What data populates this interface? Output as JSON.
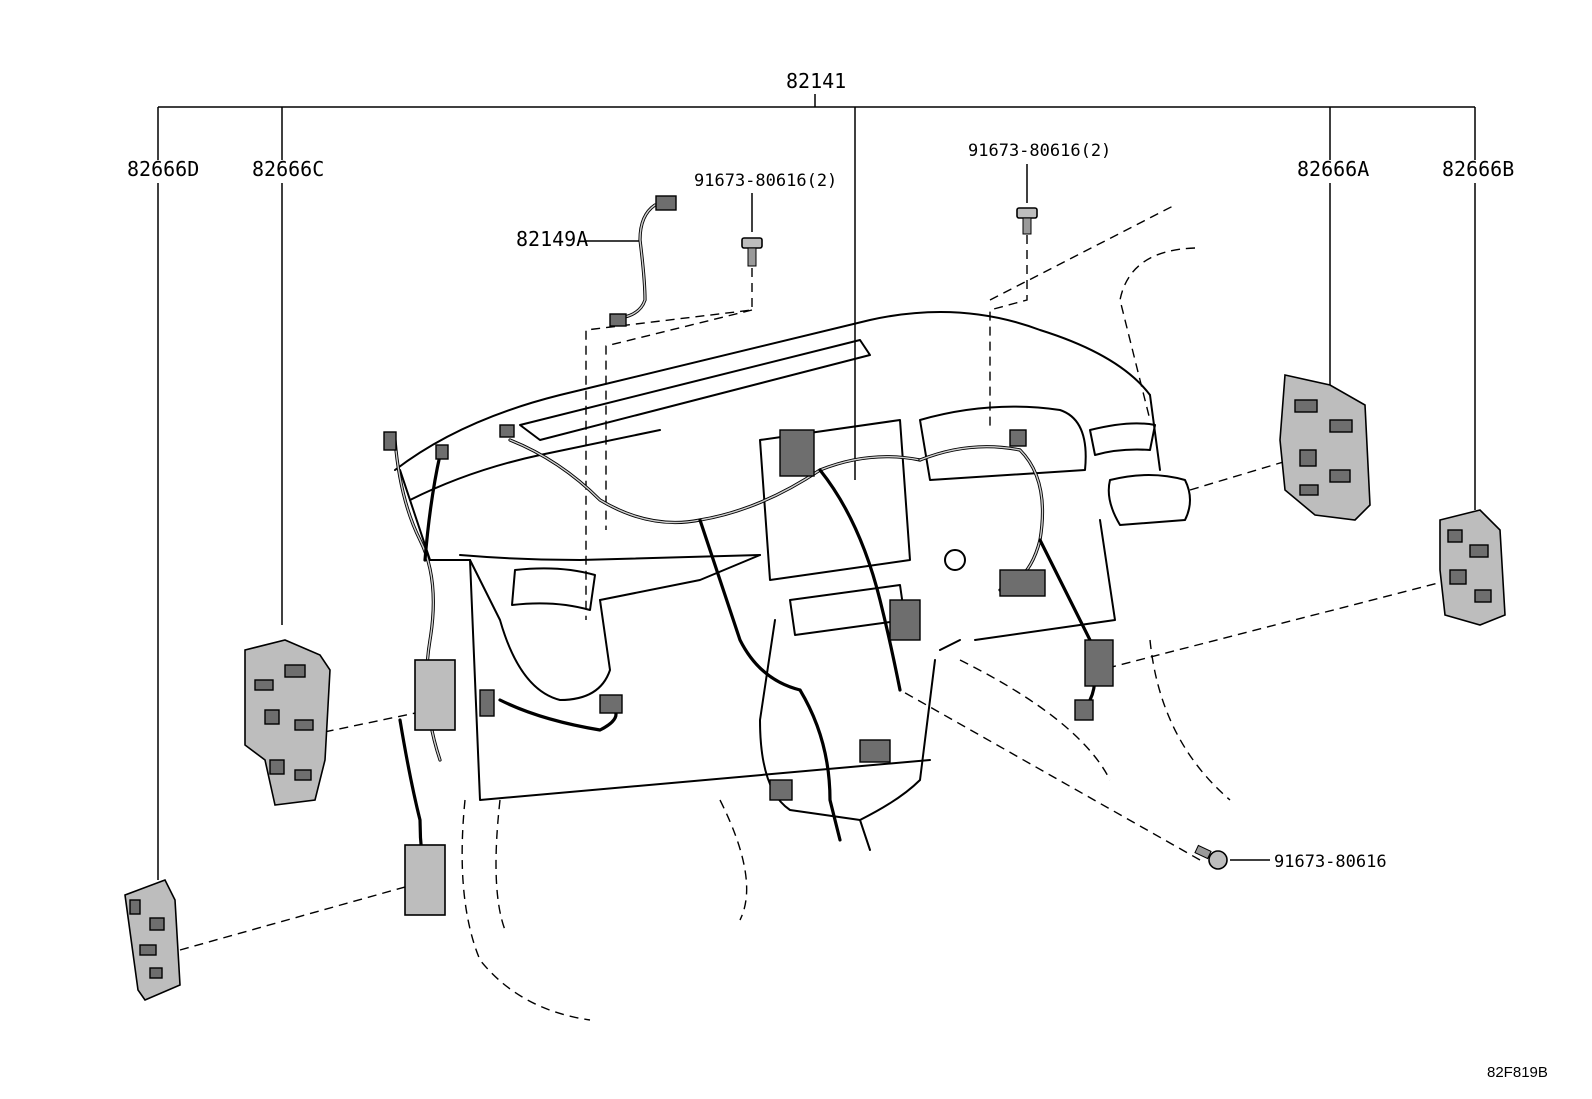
{
  "labels": {
    "harness_main": "82141",
    "block_d": "82666D",
    "block_c": "82666C",
    "block_a": "82666A",
    "block_b": "82666B",
    "wire_sub": "82149A",
    "bolt_left": "91673-80616(2)",
    "bolt_right": "91673-80616(2)",
    "bolt_bottom": "91673-80616",
    "figure_code": "82F819B"
  }
}
